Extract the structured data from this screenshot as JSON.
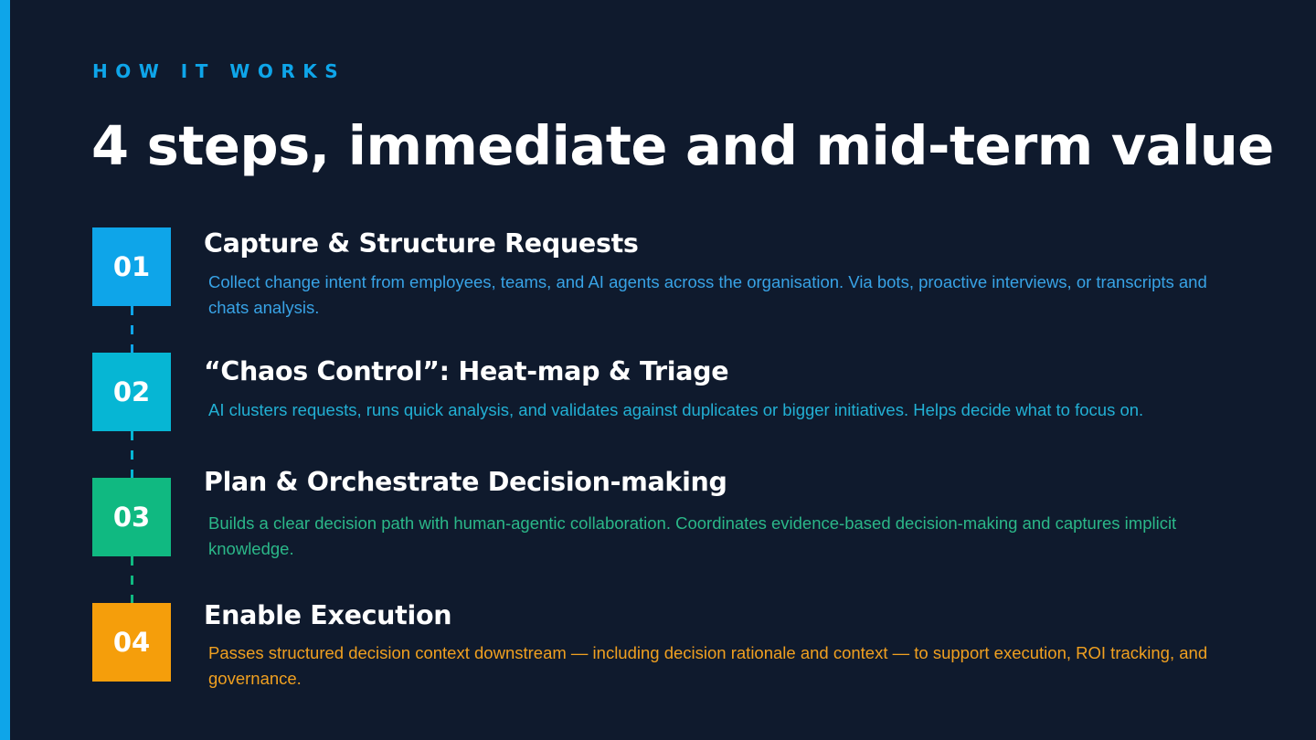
{
  "header": {
    "eyebrow": "HOW IT WORKS",
    "title": "4 steps, immediate and mid-term value"
  },
  "colors": {
    "background": "#0f1a2d",
    "accent": "#0ea5e9",
    "step1": "#0ea5e9",
    "step2": "#06b6d4",
    "step3": "#10b981",
    "step4": "#f59e0b"
  },
  "steps": [
    {
      "number": "01",
      "title": "Capture & Structure Requests",
      "description": "Collect change intent from employees, teams, and AI agents across the organisation. Via bots, proactive interviews, or transcripts and chats analysis.",
      "color": "#0ea5e9",
      "text_color": "#38a3e6"
    },
    {
      "number": "02",
      "title": "“Chaos Control”: Heat-map & Triage",
      "description": "AI clusters requests, runs quick analysis, and validates against duplicates or bigger initiatives. Helps decide what to focus on.",
      "color": "#06b6d4",
      "text_color": "#22b0d4"
    },
    {
      "number": "03",
      "title": "Plan & Orchestrate Decision-making",
      "description": "Builds a clear decision path with human-agentic collaboration. Coordinates evidence-based decision-making and captures implicit knowledge.",
      "color": "#10b981",
      "text_color": "#2bb889"
    },
    {
      "number": "04",
      "title": "Enable Execution",
      "description": "Passes structured decision context downstream — including decision rationale and context — to support execution, ROI tracking, and governance.",
      "color": "#f59e0b",
      "text_color": "#f0a020"
    }
  ]
}
